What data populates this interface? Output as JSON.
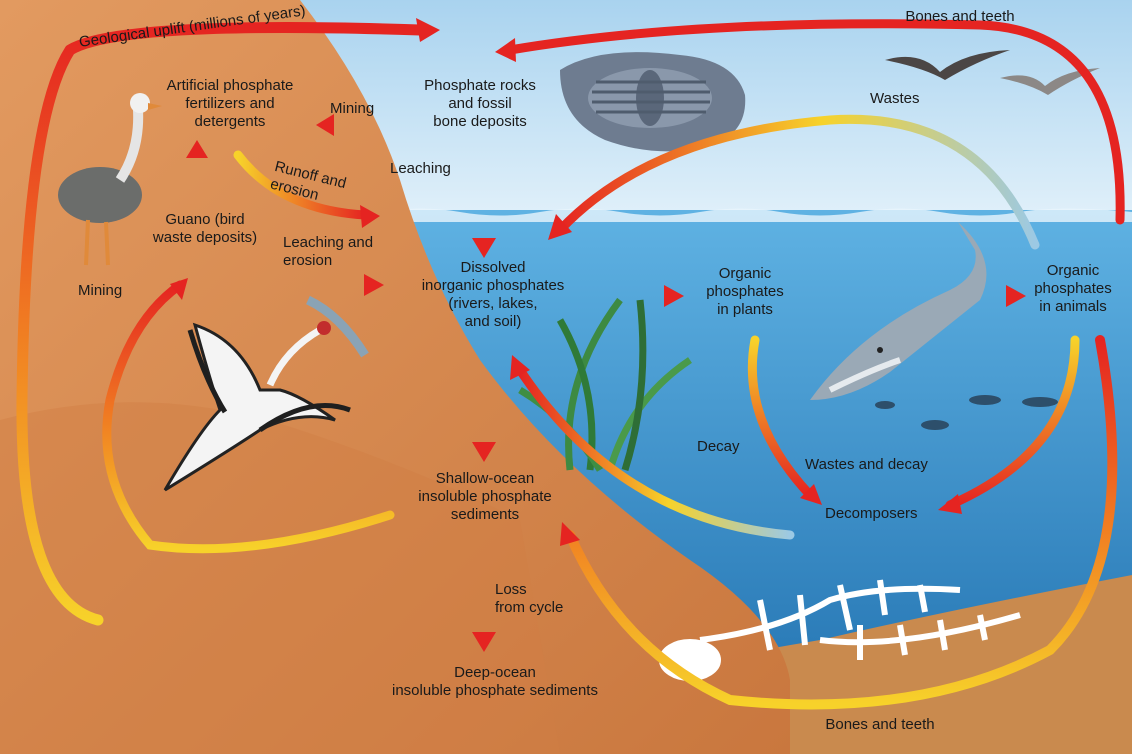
{
  "labels": {
    "geological_uplift": "Geological uplift (millions of years)",
    "bones_teeth_top": "Bones and teeth",
    "bones_teeth_bottom": "Bones and teeth",
    "phosphate_rocks": "Phosphate rocks\nand fossil\nbone deposits",
    "artificial": "Artificial phosphate\nfertilizers and\ndetergents",
    "mining_top": "Mining",
    "mining_left": "Mining",
    "runoff": "Runoff and\nerosion",
    "leaching": "Leaching",
    "leaching_erosion": "Leaching and\nerosion",
    "guano": "Guano (bird\nwaste deposits)",
    "wastes": "Wastes",
    "dissolved": "Dissolved\ninorganic phosphates\n(rivers, lakes,\nand soil)",
    "plants": "Organic\nphosphates\nin plants",
    "animals": "Organic\nphosphates\nin animals",
    "decay": "Decay",
    "wastes_decay": "Wastes and decay",
    "decomposers": "Decomposers",
    "shallow": "Shallow-ocean\ninsoluble phosphate\nsediments",
    "loss": "Loss\nfrom cycle",
    "deep": "Deep-ocean\ninsoluble phosphate sediments"
  },
  "colors": {
    "sky": "#cfe6f5",
    "ocean": "#3f98d2",
    "land": "#d98a52",
    "seafloor": "#c98a4e",
    "arrow_red": "#e52421",
    "arrow_orange": "#f39a1f",
    "arrow_yellow": "#f7d22a"
  },
  "icons": {
    "trilobite": "trilobite-fossil-icon",
    "goose": "goose-icon",
    "crane": "crane-with-fish-icon",
    "shark": "shark-icon",
    "skeleton": "fish-skeleton-icon",
    "birds": "flying-birds-icon",
    "seaweed": "seaweed-icon"
  }
}
